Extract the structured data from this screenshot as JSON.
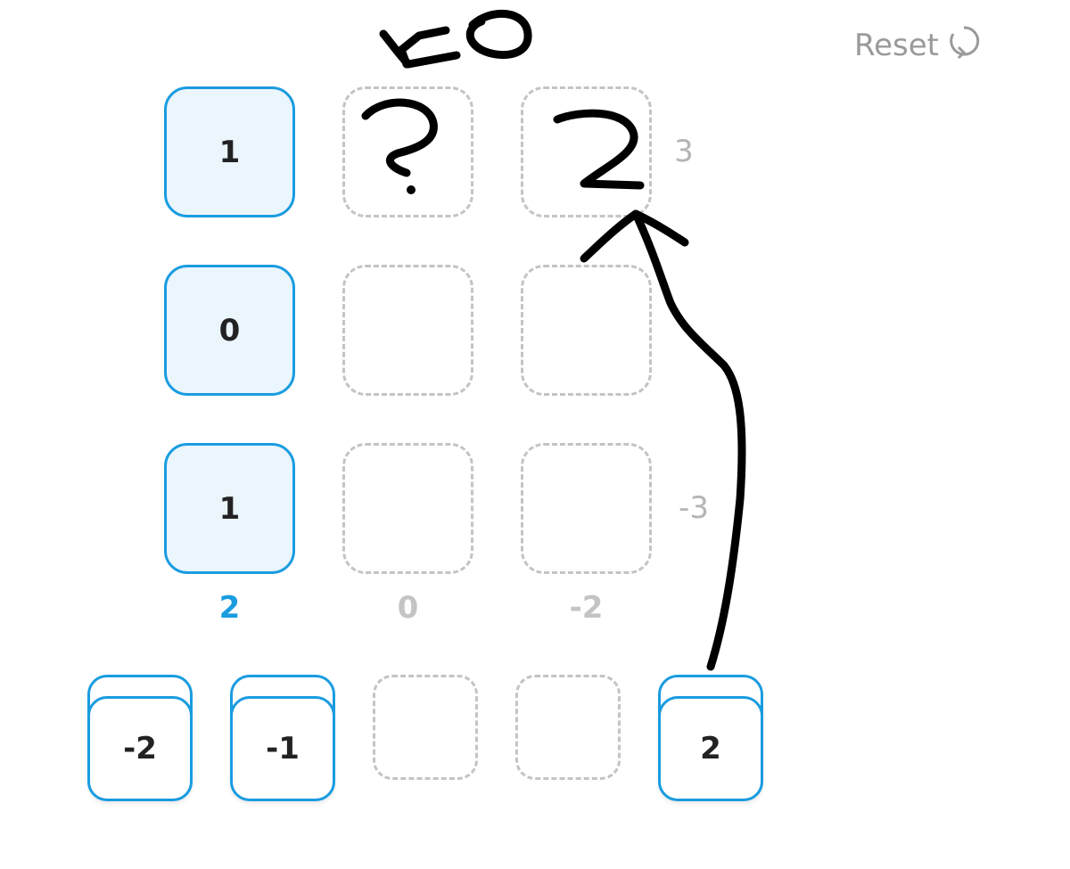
{
  "toolbar": {
    "reset_label": "Reset",
    "reset_icon": "rotate-icon"
  },
  "grid": {
    "rows": [
      {
        "first": "1",
        "sum": "3"
      },
      {
        "first": "0",
        "sum": ""
      },
      {
        "first": "1",
        "sum": "-3"
      }
    ],
    "col_sums": [
      "2",
      "0",
      "-2"
    ]
  },
  "tray": {
    "tiles": [
      "-2",
      "-1",
      "",
      "",
      "2"
    ]
  },
  "colors": {
    "accent": "#1a9ce0",
    "cell_fill": "#eaf5fc",
    "muted": "#b4b4b4"
  }
}
